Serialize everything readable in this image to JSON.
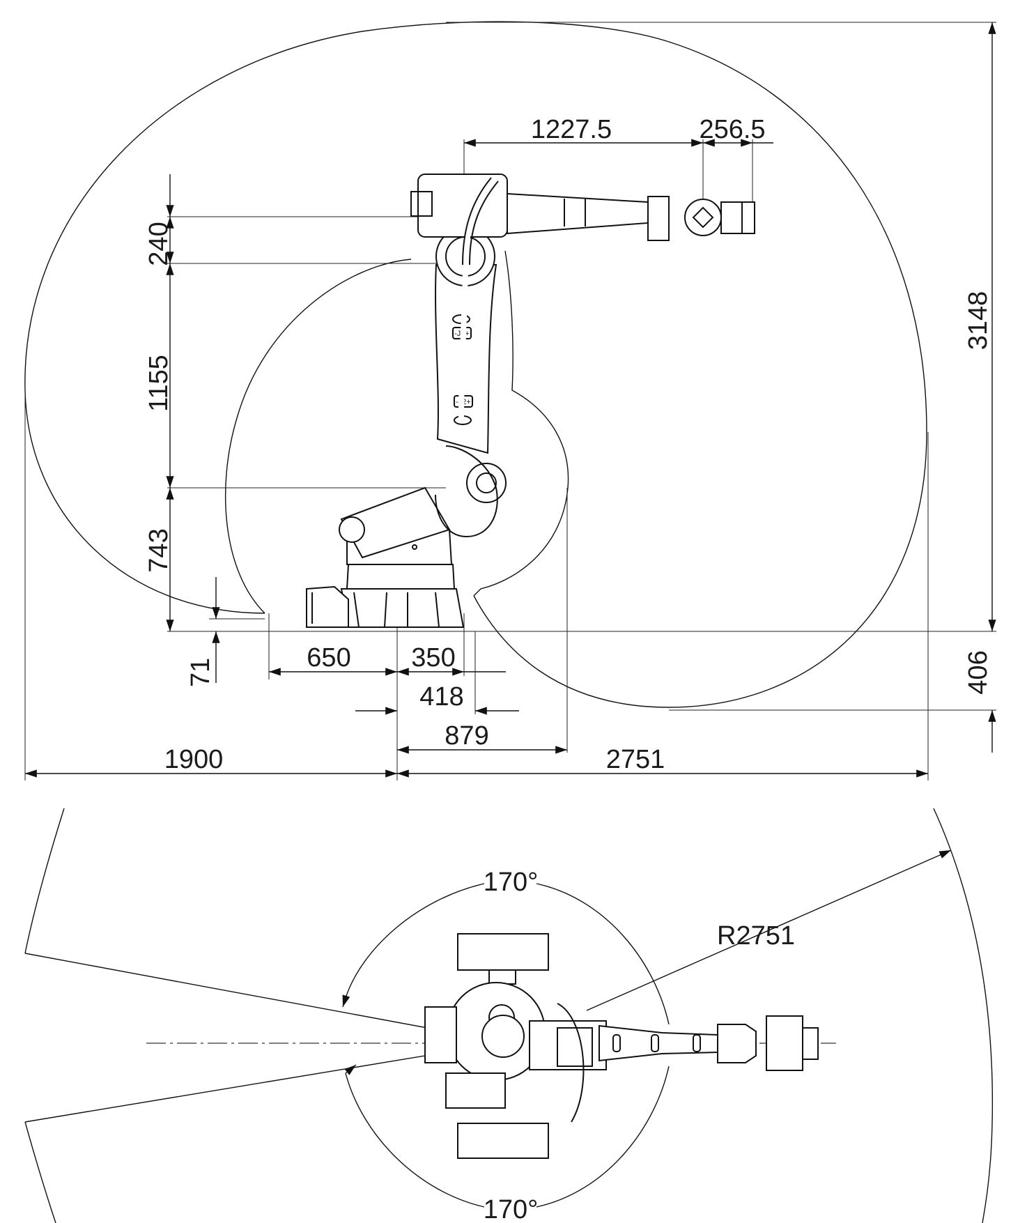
{
  "side_view": {
    "horizontal_dims": {
      "reach_to_wrist": "1227.5",
      "wrist_to_flange": "256.5",
      "rear_reach": "1900",
      "front_reach": "2751",
      "rear_base_offset": "650",
      "front_base_offset": "350",
      "inner_offset": "418",
      "inner_radius_offset": "879"
    },
    "vertical_dims": {
      "arm_offset": "240",
      "upper_arm": "1155",
      "shoulder_height": "743",
      "base_drop": "71",
      "total_height": "3148",
      "below_base": "406"
    },
    "joint_labels": [
      "-J3+",
      "-J2+"
    ]
  },
  "top_view": {
    "radius_label": "R2751",
    "angle_top": "170°",
    "angle_bottom": "170°"
  }
}
